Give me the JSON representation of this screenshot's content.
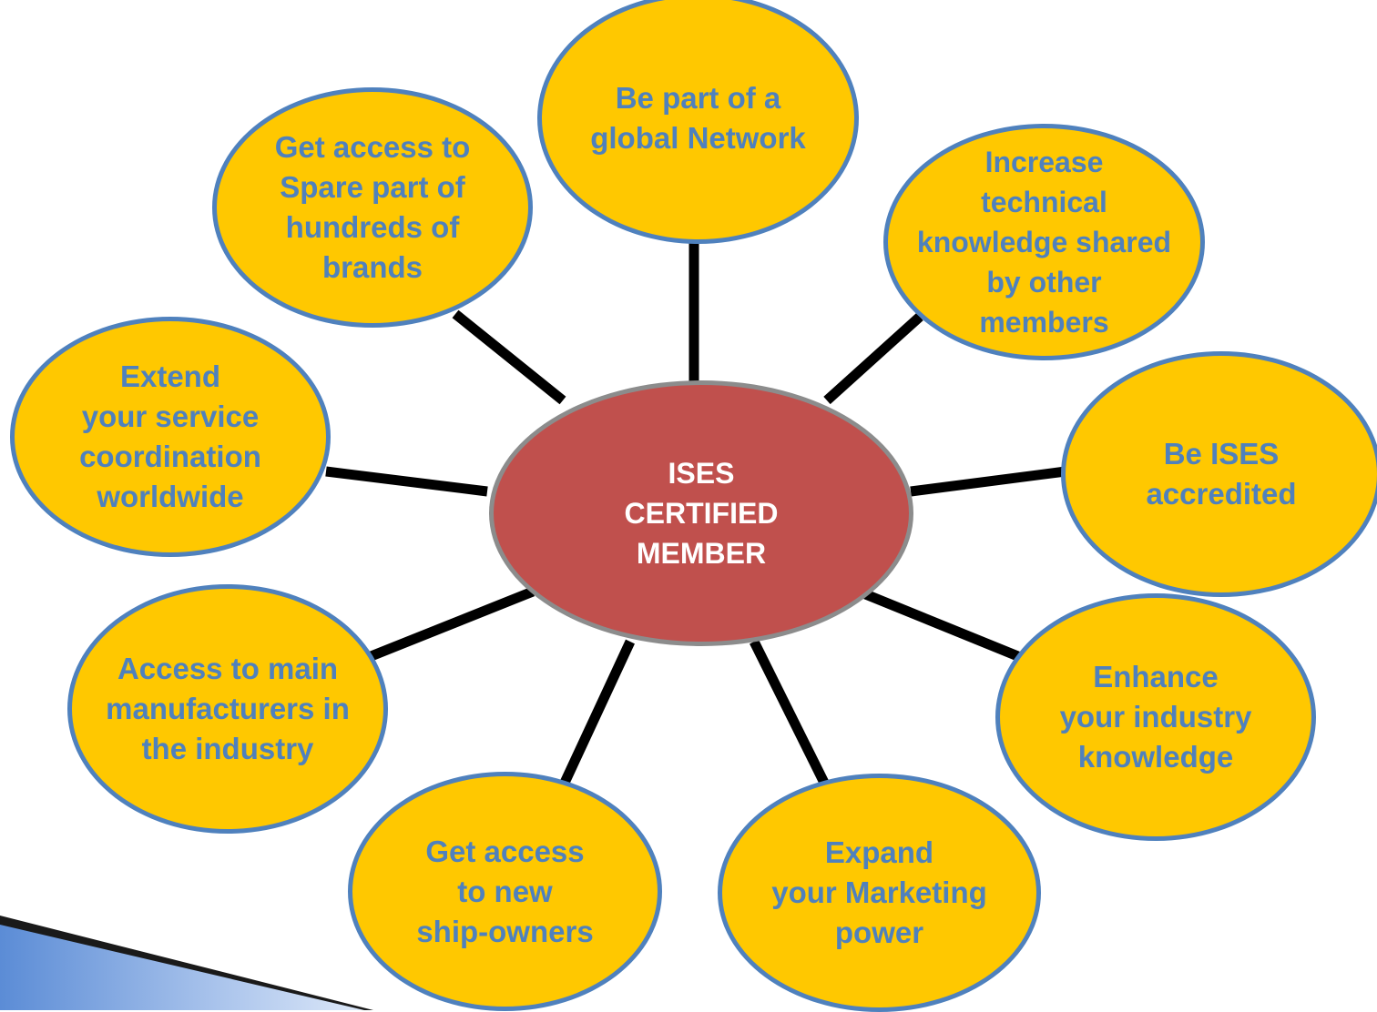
{
  "center": {
    "label": "ISES\nCERTIFIED\nMEMBER"
  },
  "benefits": [
    {
      "label": "Be part of a\nglobal Network"
    },
    {
      "label": "Increase\ntechnical\nknowledge shared\nby other\nmembers"
    },
    {
      "label": "Be ISES\naccredited"
    },
    {
      "label": "Enhance\nyour industry\nknowledge"
    },
    {
      "label": "Expand\nyour Marketing\npower"
    },
    {
      "label": "Get access\nto new\nship-owners"
    },
    {
      "label": "Access to main\nmanufacturers in\nthe industry"
    },
    {
      "label": "Extend\nyour service\ncoordination\nworldwide"
    },
    {
      "label": "Get access to\nSpare part of\nhundreds of\nbrands"
    }
  ],
  "colors": {
    "bubble_fill": "#ffc800",
    "bubble_border": "#4f81bd",
    "bubble_text": "#4f81bd",
    "hub_fill": "#c0504d",
    "hub_border": "#8c8c8c",
    "connector": "#000000"
  }
}
